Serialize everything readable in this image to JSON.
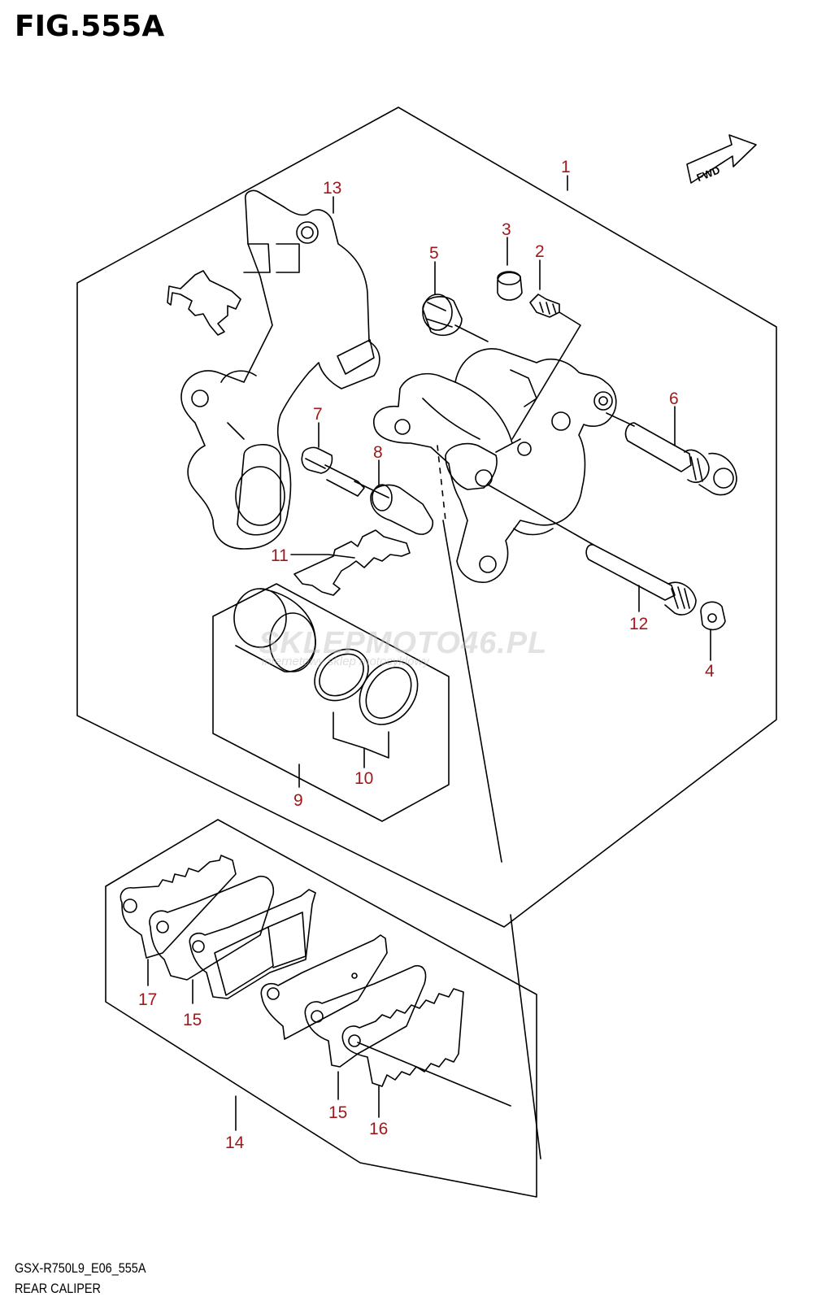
{
  "title": "FIG.555A",
  "fwd_label": "FWD",
  "callouts": {
    "p1": "1",
    "p2": "2",
    "p3": "3",
    "p4": "4",
    "p5": "5",
    "p6": "6",
    "p7": "7",
    "p8": "8",
    "p9": "9",
    "p10": "10",
    "p11": "11",
    "p12": "12",
    "p13": "13",
    "p14": "14",
    "p15a": "15",
    "p15b": "15",
    "p16": "16",
    "p17": "17"
  },
  "footer": {
    "code": "GSX-R750L9_E06_555A",
    "description": "REAR CALIPER"
  },
  "watermark": {
    "main": "SKLEPMOTO46.PL",
    "sub": "internetowy sklep motocyklowy"
  },
  "colors": {
    "callout": "#a0181b",
    "line": "#000000"
  }
}
